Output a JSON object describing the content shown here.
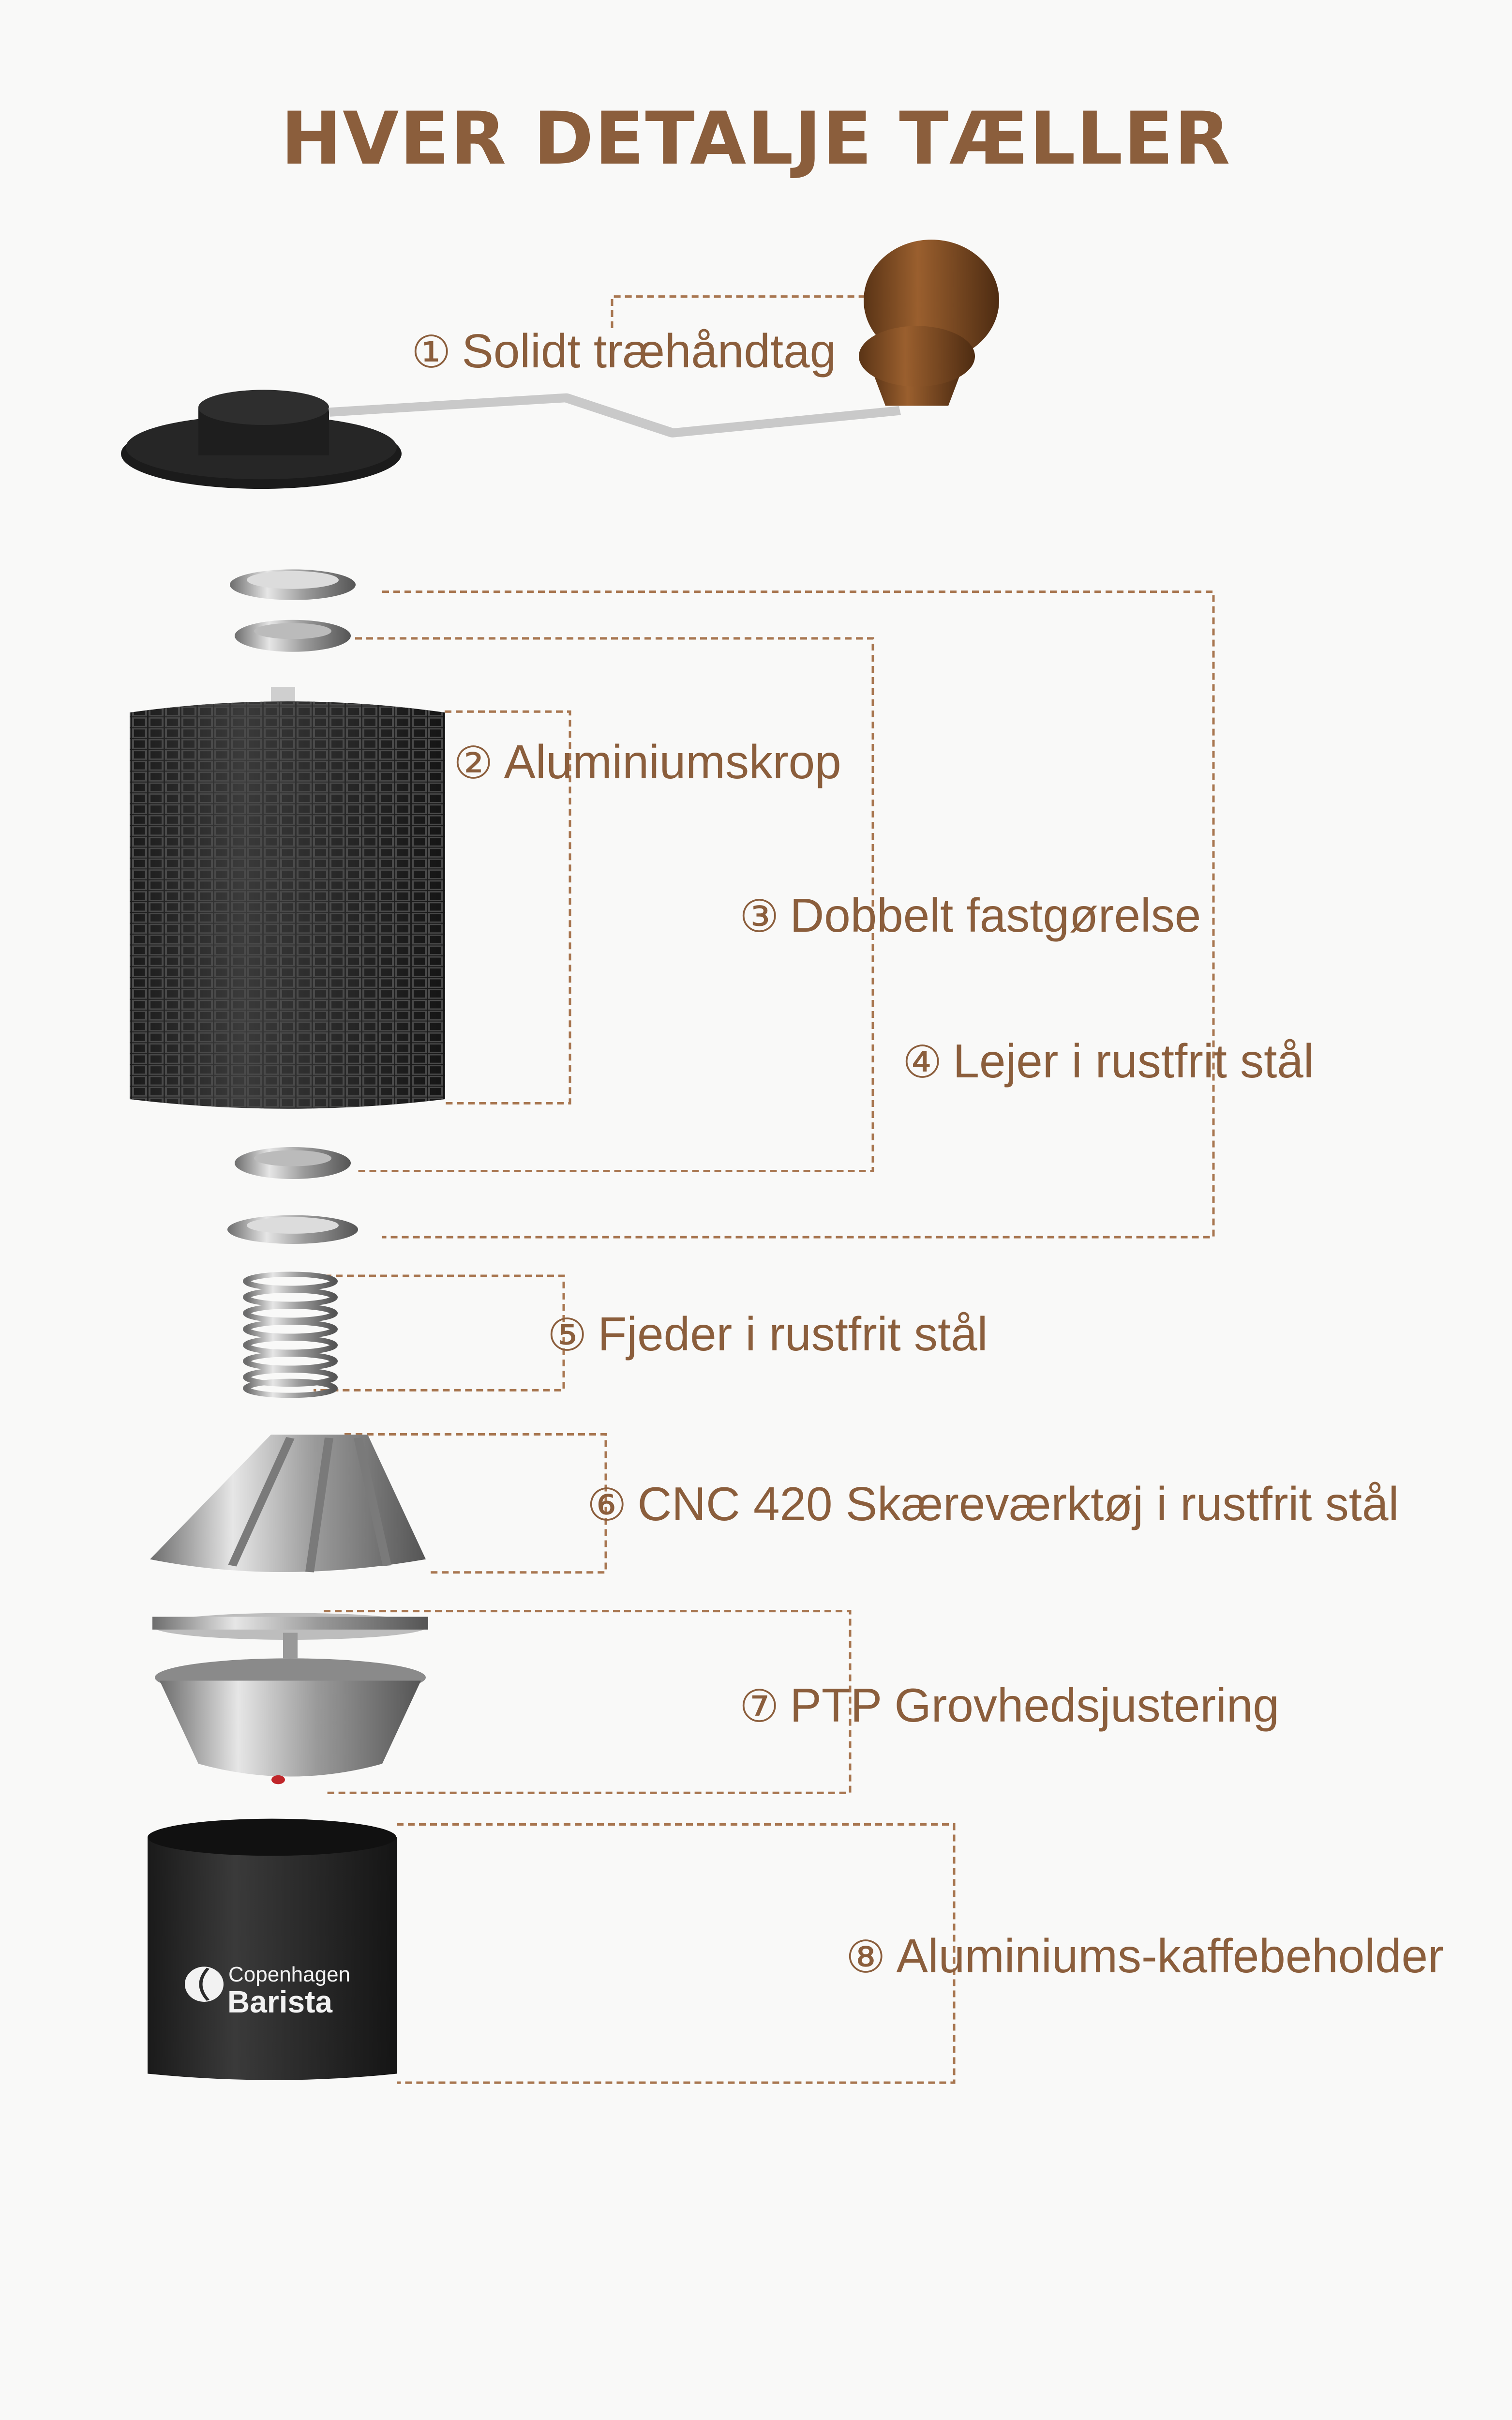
{
  "title": "HVER DETALJE TÆLLER",
  "colors": {
    "accent": "#8b5e3c",
    "background": "#f9f9f8",
    "leader_line": "#a87650"
  },
  "features": [
    {
      "number": "①",
      "label": "Solidt træhåndtag"
    },
    {
      "number": "②",
      "label": "Aluminiumskrop"
    },
    {
      "number": "③",
      "label": "Dobbelt fastgørelse"
    },
    {
      "number": "④",
      "label": "Lejer i rustfrit stål"
    },
    {
      "number": "⑤",
      "label": "Fjeder i rustfrit stål"
    },
    {
      "number": "⑥",
      "label": "CNC 420 Skæreværktøj i rustfrit stål"
    },
    {
      "number": "⑦",
      "label": "PTP Grovhedsjustering"
    },
    {
      "number": "⑧",
      "label": "Aluminiums-kaffebeholder"
    }
  ],
  "brand": {
    "line1": "Copenhagen",
    "line2": "Barista"
  }
}
